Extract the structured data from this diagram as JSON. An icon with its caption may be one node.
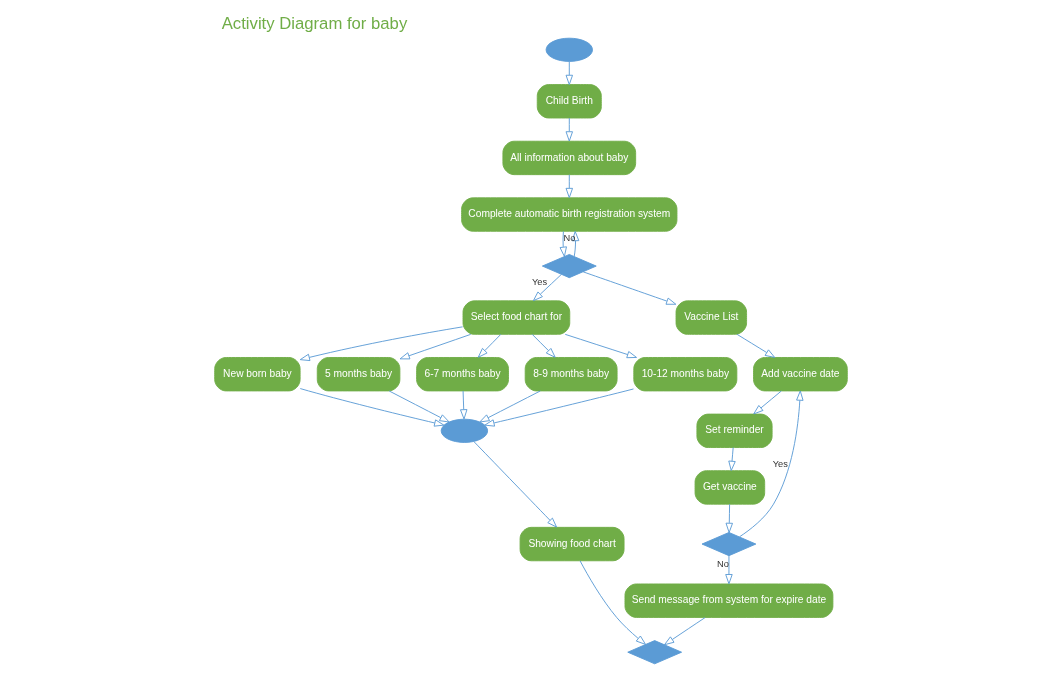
{
  "diagram": {
    "title": "Activity Diagram for baby",
    "nodes": [
      {
        "text": [],
        "shape": "circle"
      },
      {
        "text": [
          "Child Birth"
        ]
      },
      {
        "text": [
          "All information about baby"
        ]
      },
      {
        "text": [
          "Complete automatic birth registration system"
        ]
      },
      {
        "text": [],
        "shape": "diamond"
      },
      {
        "text": [
          "Select food chart for"
        ]
      },
      {
        "text": [
          "Vaccine List"
        ]
      },
      {
        "text": [
          "New born baby"
        ]
      },
      {
        "text": [
          "5 months baby"
        ]
      },
      {
        "text": [
          "6-7 months baby"
        ]
      },
      {
        "text": [
          "8-9 months baby"
        ]
      },
      {
        "text": [
          "10-12 months baby"
        ]
      },
      {
        "text": [],
        "shape": "circle"
      },
      {
        "text": [
          "Showing food chart"
        ]
      },
      {
        "text": [
          "Add vaccine date"
        ]
      },
      {
        "text": [
          "Set reminder"
        ]
      },
      {
        "text": [
          "Get vaccine"
        ]
      },
      {
        "text": [],
        "shape": "diamond"
      },
      {
        "text": [
          "Send message from system for expire date"
        ]
      },
      {
        "text": [],
        "shape": "diamond"
      }
    ],
    "edges": [
      {
        "from": 0,
        "to": 1,
        "arrow": "to"
      },
      {
        "from": 1,
        "to": 2,
        "arrow": "to"
      },
      {
        "from": 2,
        "to": 3,
        "arrow": "to"
      },
      {
        "from": 3,
        "to": 4,
        "arrow": "to"
      },
      {
        "from": 4,
        "to": 3,
        "arrow": "to",
        "label": "No"
      },
      {
        "from": 4,
        "to": 5,
        "arrow": "to",
        "label": "Yes"
      },
      {
        "from": 4,
        "to": 6,
        "arrow": "to"
      },
      {
        "from": 5,
        "to": 7,
        "arrow": "to"
      },
      {
        "from": 5,
        "to": 8,
        "arrow": "to"
      },
      {
        "from": 5,
        "to": 9,
        "arrow": "to"
      },
      {
        "from": 5,
        "to": 10,
        "arrow": "to"
      },
      {
        "from": 5,
        "to": 11,
        "arrow": "to"
      },
      {
        "from": 7,
        "to": 12,
        "arrow": "to"
      },
      {
        "from": 8,
        "to": 12,
        "arrow": "to"
      },
      {
        "from": 9,
        "to": 12,
        "arrow": "to"
      },
      {
        "from": 10,
        "to": 12,
        "arrow": "to"
      },
      {
        "from": 11,
        "to": 12,
        "arrow": "to"
      },
      {
        "from": 12,
        "to": 13,
        "arrow": "to"
      },
      {
        "from": 13,
        "to": 19,
        "arrow": "to"
      },
      {
        "from": 6,
        "to": 14,
        "arrow": "to"
      },
      {
        "from": 14,
        "to": 15,
        "arrow": "to"
      },
      {
        "from": 15,
        "to": 16,
        "arrow": "to"
      },
      {
        "from": 16,
        "to": 17,
        "arrow": "to"
      },
      {
        "from": 17,
        "to": 14,
        "arrow": "to",
        "label": "Yes"
      },
      {
        "from": 17,
        "to": 18,
        "arrow": "to",
        "label": "No"
      },
      {
        "from": 18,
        "to": 19,
        "arrow": "to"
      }
    ]
  }
}
